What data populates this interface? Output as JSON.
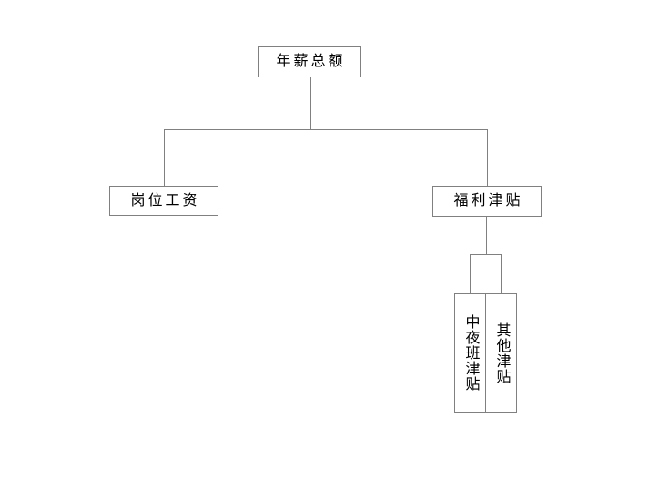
{
  "diagram": {
    "type": "organization-chart",
    "nodes": {
      "root": {
        "label": "年薪总额"
      },
      "left": {
        "label": "岗位工资"
      },
      "right": {
        "label": "福利津贴"
      },
      "sub1": {
        "label": "中夜班津贴"
      },
      "sub2": {
        "label": "其他津贴"
      }
    },
    "edges": [
      {
        "from": "年薪总额",
        "to": "岗位工资"
      },
      {
        "from": "年薪总额",
        "to": "福利津贴"
      },
      {
        "from": "福利津贴",
        "to": "中夜班津贴"
      },
      {
        "from": "福利津贴",
        "to": "其他津贴"
      }
    ],
    "colors": {
      "border": "#808080",
      "connector": "#808080",
      "text": "#000000",
      "background": "#ffffff"
    }
  }
}
